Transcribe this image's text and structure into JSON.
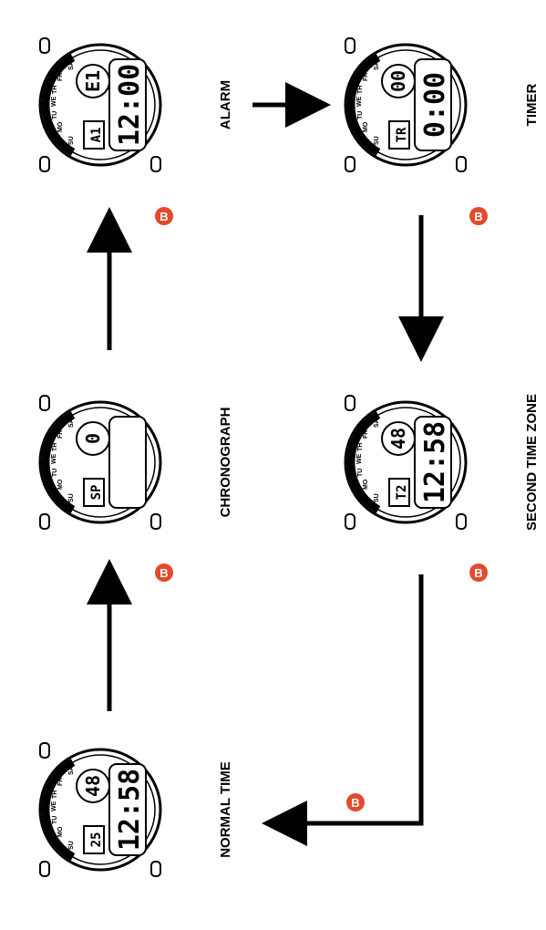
{
  "button_letter": "B",
  "accent_color": "#e34a2b",
  "watches": [
    {
      "id": "normal",
      "mode": "NORMAL TIME",
      "main": "12:58",
      "left": "25",
      "right": "48"
    },
    {
      "id": "chrono",
      "mode": "CHRONOGRAPH",
      "main": "",
      "left": "SP",
      "right": "0"
    },
    {
      "id": "alarm",
      "mode": "ALARM",
      "main": "12:00",
      "left": "A1",
      "right": "E1"
    },
    {
      "id": "timer",
      "mode": "TIMER",
      "main": "0:00",
      "left": "TR",
      "right": "00"
    },
    {
      "id": "tz2",
      "mode": "SECOND TIME ZONE",
      "main": "12:58",
      "left": "T2",
      "right": "48"
    }
  ],
  "day_labels": [
    "SU",
    "MO",
    "TU",
    "WE",
    "TH",
    "FR",
    "SA"
  ],
  "icons": [
    "watch-face-icon",
    "arrow-icon",
    "button-b-icon",
    "arrows-indicator-icon",
    "alarm-bell-icon"
  ]
}
